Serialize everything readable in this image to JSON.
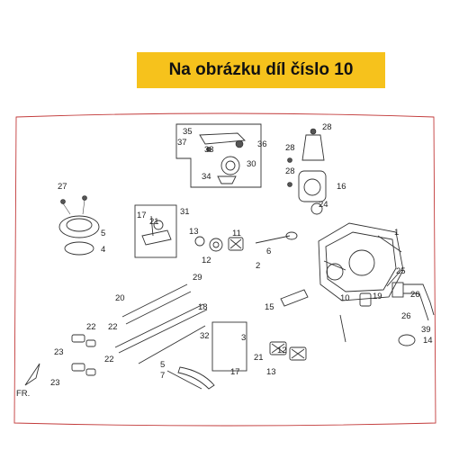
{
  "banner": {
    "text": "Na obrázku díl číslo 10",
    "color": "#f6c21c"
  },
  "diagram": {
    "frame_color": "#c23a3a",
    "direction_label": "FR.",
    "callouts": [
      "35",
      "37",
      "33",
      "36",
      "30",
      "34",
      "28",
      "28",
      "28",
      "16",
      "24",
      "27",
      "5",
      "4",
      "31",
      "17",
      "21",
      "13",
      "12",
      "11",
      "2",
      "6",
      "1",
      "29",
      "18",
      "20",
      "22",
      "22",
      "23",
      "22",
      "23",
      "15",
      "10",
      "19",
      "25",
      "26",
      "26",
      "39",
      "14",
      "32",
      "12",
      "21",
      "13",
      "5",
      "7",
      "17",
      "3"
    ]
  }
}
